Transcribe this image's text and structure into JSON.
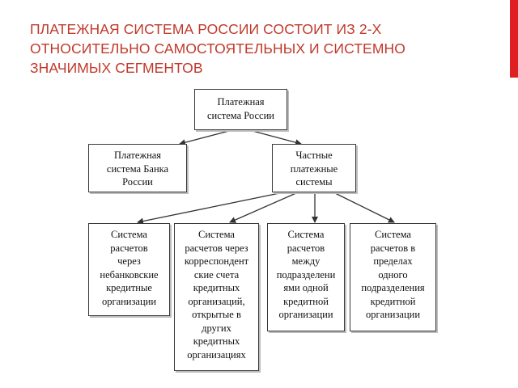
{
  "slide": {
    "title_lines": [
      "ПЛАТЕЖНАЯ СИСТЕМА РОССИИ СОСТОИТ ИЗ 2-Х",
      "ОТНОСИТЕЛЬНО САМОСТОЯТЕЛЬНЫХ И СИСТЕМНО",
      "ЗНАЧИМЫХ СЕГМЕНТОВ"
    ],
    "title_color": "#c0392b",
    "accent_color": "#e02020"
  },
  "diagram": {
    "root": {
      "lines": [
        "Платежная",
        "система России"
      ]
    },
    "level2": [
      {
        "lines": [
          "Платежная",
          "система Банка",
          "России"
        ]
      },
      {
        "lines": [
          "Частные",
          "платежные",
          "системы"
        ]
      }
    ],
    "level3": [
      {
        "lines": [
          "Система",
          "расчетов",
          "через",
          "небанковские",
          "кредитные",
          "организации"
        ]
      },
      {
        "lines": [
          "Система",
          "расчетов через",
          "корреспондент",
          "ские счета",
          "кредитных",
          "организаций,",
          "открытые в",
          "других",
          "кредитных",
          "организациях"
        ]
      },
      {
        "lines": [
          "Система",
          "расчетов",
          "между",
          "подразделени",
          "ями одной",
          "кредитной",
          "организации"
        ]
      },
      {
        "lines": [
          "Система",
          "расчетов в",
          "пределах",
          "одного",
          "подразделения",
          "кредитной",
          "организации"
        ]
      }
    ]
  }
}
